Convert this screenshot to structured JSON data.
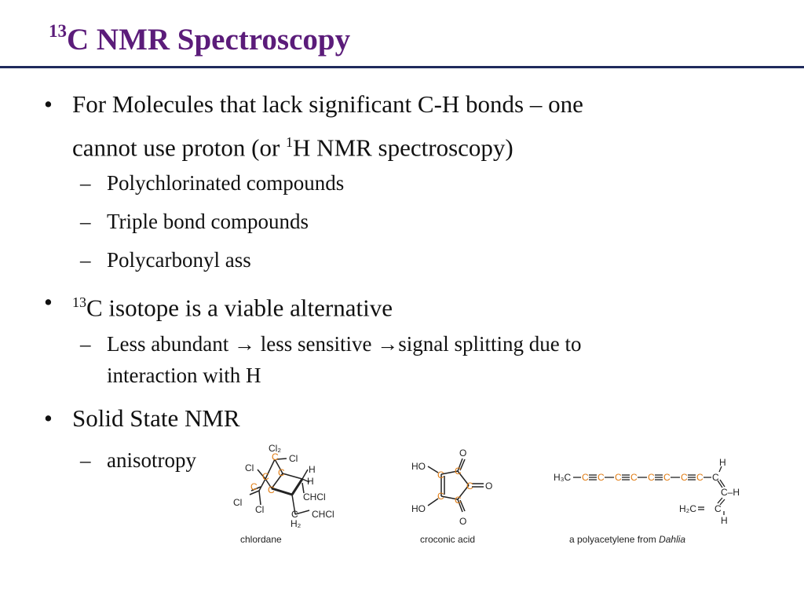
{
  "title": {
    "superscript": "13",
    "text": "C NMR Spectroscopy"
  },
  "bullets": {
    "b1_line1": "For Molecules that lack significant C-H bonds – one",
    "b1_line2_pre": "cannot use proton (or ",
    "b1_line2_sup": "1",
    "b1_line2_post": "H NMR spectroscopy)",
    "sub1": "Polychlorinated compounds",
    "sub2": "Triple bond compounds",
    "sub3": "Polycarbonyl ass",
    "b2_sup": "13",
    "b2_text": "C isotope is a viable alternative",
    "sub4_a": "Less abundant ",
    "sub4_b": " less sensitive ",
    "sub4_c": "signal splitting due to",
    "sub4_line2": "interaction with H",
    "b3": "Solid State NMR",
    "sub5": "anisotropy",
    "dot": "•",
    "dash": "–",
    "arrow": "→"
  },
  "figures": {
    "chlordane": {
      "caption": "chlordane",
      "labels": {
        "cl2": "Cl₂",
        "c": "C",
        "cl": "Cl",
        "h": "H",
        "chcl": "CHCl",
        "h2": "H₂"
      }
    },
    "croconic": {
      "caption": "croconic acid",
      "labels": {
        "ho": "HO",
        "o": "O",
        "c": "C"
      }
    },
    "polyacetylene": {
      "caption_pre": "a polyacetylene from ",
      "caption_italic": "Dahlia",
      "labels": {
        "h3c": "H₃C",
        "h2c": "H₂C",
        "c": "C",
        "h": "H",
        "ch": "C–H"
      }
    }
  },
  "colors": {
    "title": "#5b1c7a",
    "rule": "#1f2a5c",
    "carbon": "#e07a10",
    "text": "#111111"
  }
}
